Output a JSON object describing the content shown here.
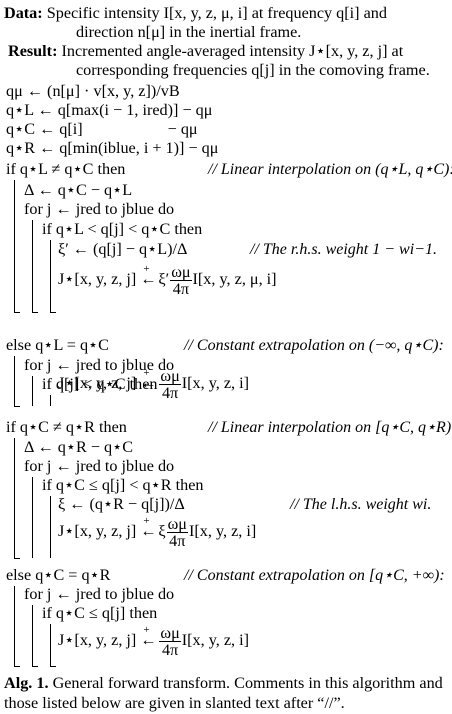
{
  "data_label": "Data:",
  "data_text_1": "Specific intensity I[x, y, z, μ, i] at frequency q[i] and",
  "data_text_2": "direction n[μ] in the inertial frame.",
  "result_label": "Result:",
  "result_text_1": "Incremented angle-averaged intensity J⋆[x, y, z, j] at",
  "result_text_2": "corresponding frequencies q[j] in the comoving frame.",
  "lines": {
    "l1": "qμ ← (n[μ] · v[x, y, z])/vB",
    "l2": "q⋆L ← q[max(i − 1, ired)] − qμ",
    "l3": "q⋆C ← q[i]                     − qμ",
    "l4": "q⋆R ← q[min(iblue, i + 1)] − qμ",
    "l5": "if q⋆L ≠ q⋆C then",
    "l6": "Δ ← q⋆C − q⋆L",
    "l7": "for j ← jred to jblue do",
    "l8": "if q⋆L < q[j] < q⋆C then",
    "l9": "ξ′ ← (q[j] − q⋆L)/Δ",
    "l10": "J⋆[x, y, z, j]",
    "l10b": "ξ′",
    "l10c": "I[x, y, z, μ, i]",
    "l11": "else q⋆L = q⋆C",
    "l12": "for j ← jred to jblue do",
    "l13": "if q[j] < q⋆C then",
    "l14": "J⋆[x, y, z, j]",
    "l14c": "I[x, y, z, i]",
    "l15": "if q⋆C ≠ q⋆R then",
    "l16": "Δ ← q⋆R − q⋆C",
    "l17": "for j ← jred to jblue do",
    "l18": "if q⋆C ≤ q[j] < q⋆R then",
    "l19": "ξ ← (q⋆R − q[j])/Δ",
    "l20": "J⋆[x, y, z, j]",
    "l20b": "ξ",
    "l20c": "I[x, y, z, i]",
    "l21": "else q⋆C = q⋆R",
    "l22": "for j ← jred to jblue do",
    "l23": "if q⋆C ≤ q[j] then",
    "l24": "J⋆[x, y, z, j]",
    "l24c": "I[x, y, z, i]"
  },
  "frac_num": "ωμ",
  "frac_den": "4π",
  "arrow": "←",
  "plus": "+",
  "comments": {
    "c1": "// Linear interpolation on (q⋆L, q⋆C):",
    "c2": "// The r.h.s. weight 1 − wi−1.",
    "c3": "// Constant extrapolation on (−∞, q⋆C):",
    "c4": "// Linear interpolation on [q⋆C, q⋆R):",
    "c5": "// The l.h.s. weight wi.",
    "c6": "// Constant extrapolation on [q⋆C, +∞):"
  },
  "caption_label": "Alg. 1.",
  "caption_text": "General forward transform. Comments in this algorithm and those listed below are given in slanted text after “//”."
}
